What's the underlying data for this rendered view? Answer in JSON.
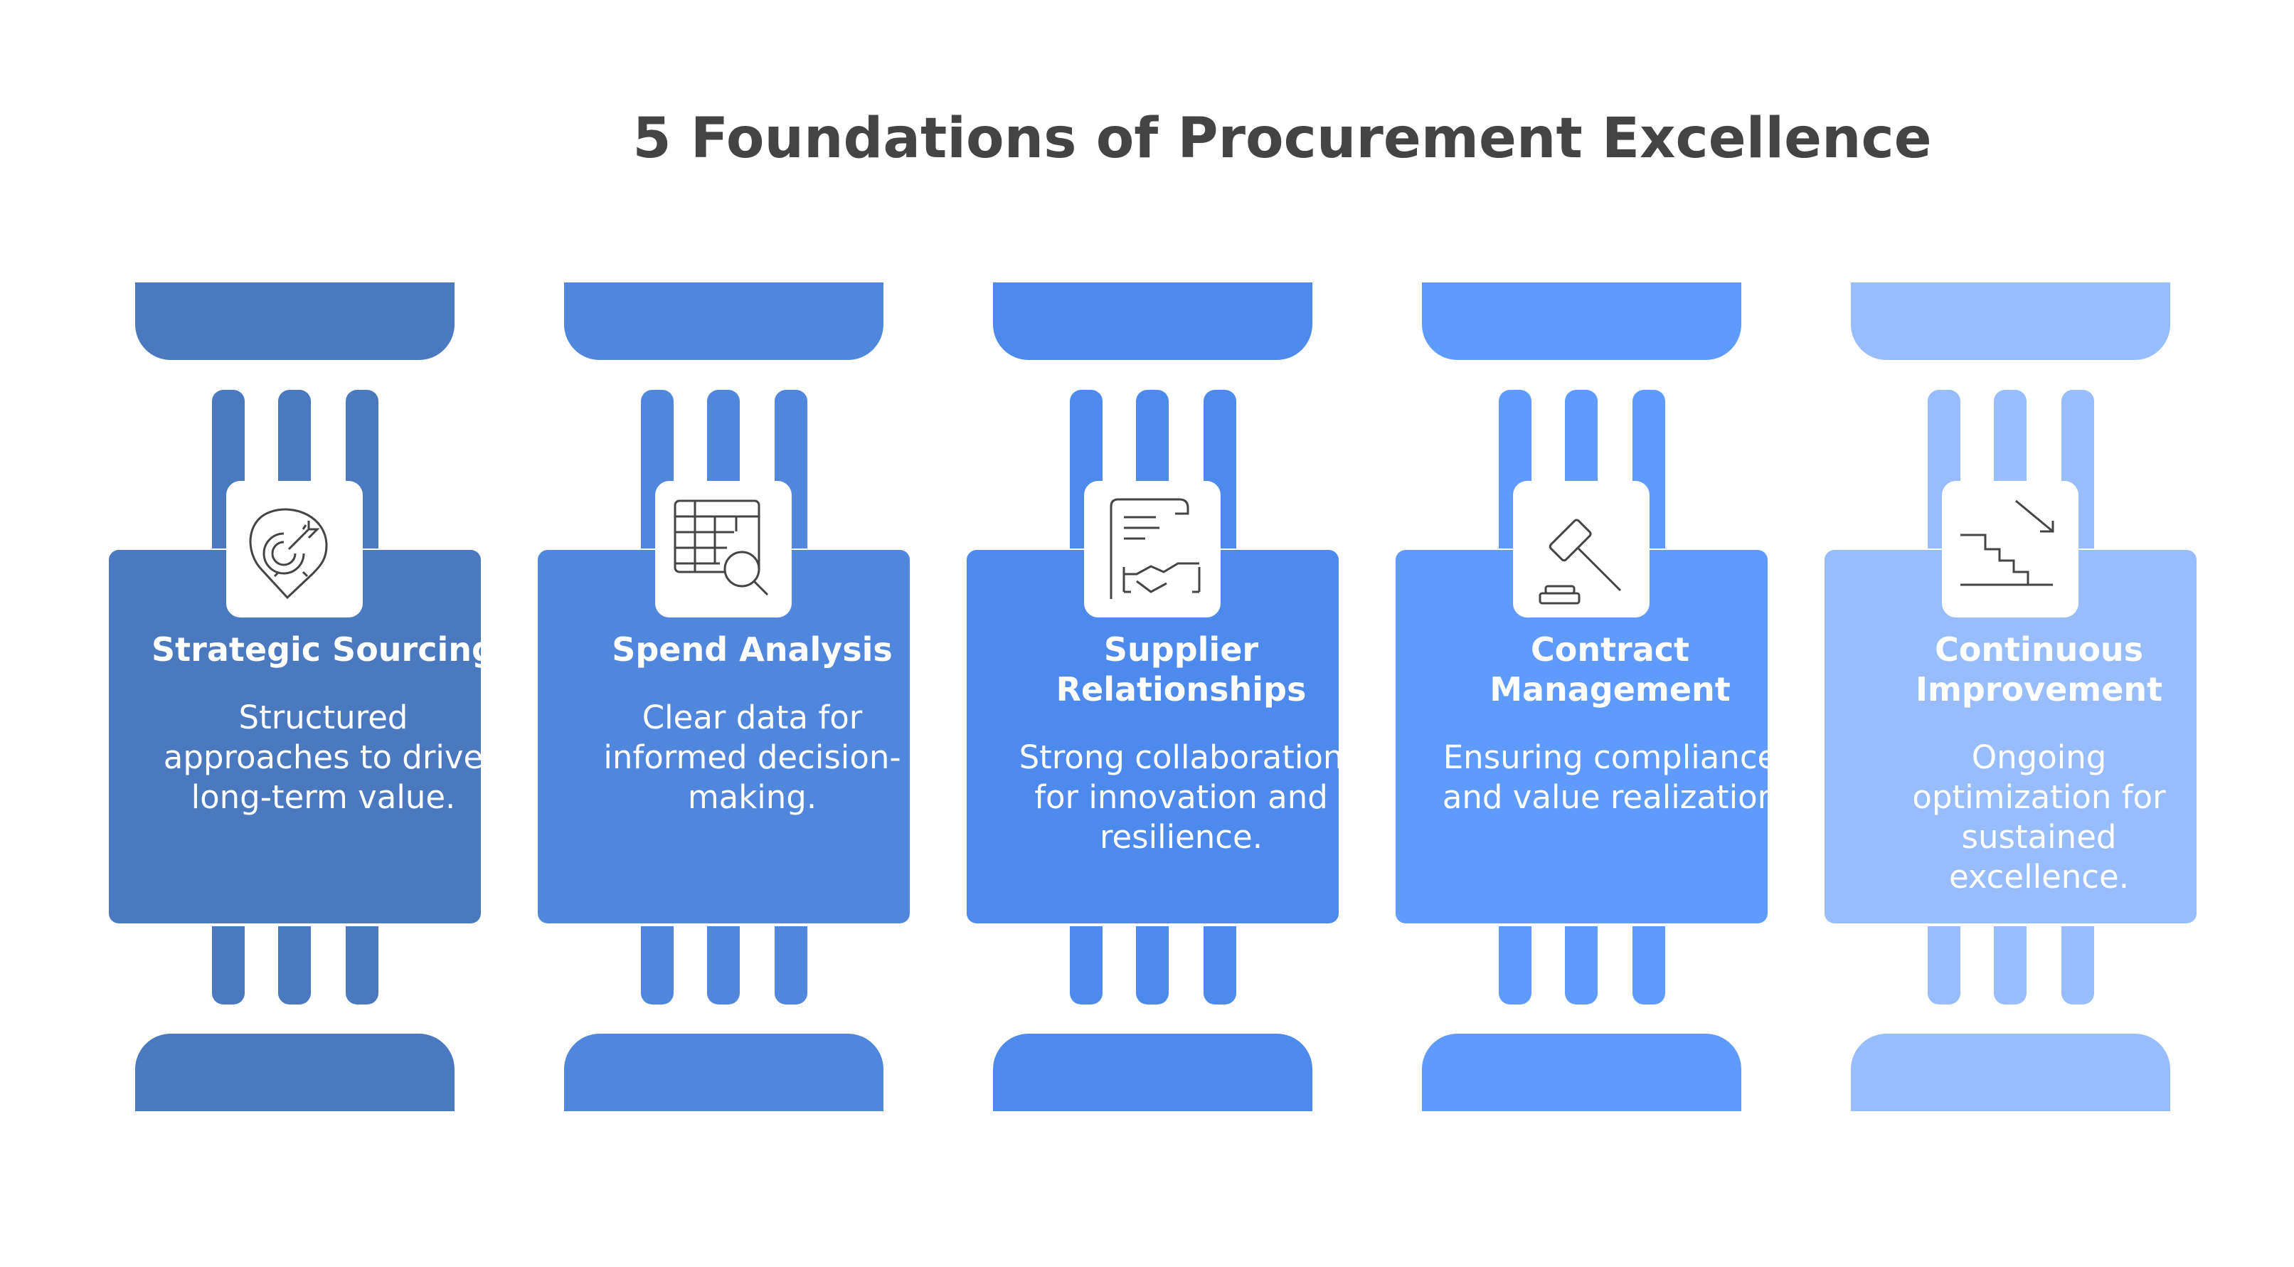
{
  "title": "5 Foundations of Procurement Excellence",
  "pillars": [
    {
      "heading": [
        "Strategic Sourcing"
      ],
      "description": [
        "Structured",
        "approaches to drive",
        "long-term value."
      ],
      "icon": "target-location-icon",
      "color": "#4a79c0"
    },
    {
      "heading": [
        "Spend Analysis"
      ],
      "description": [
        "Clear data for",
        "informed decision-",
        "making."
      ],
      "icon": "spreadsheet-search-icon",
      "color": "#5086db"
    },
    {
      "heading": [
        "Supplier",
        "Relationships"
      ],
      "description": [
        "Strong collaboration",
        "for innovation and",
        "resilience."
      ],
      "icon": "contract-handshake-icon",
      "color": "#4e8aeb"
    },
    {
      "heading": [
        "Contract",
        "Management"
      ],
      "description": [
        "Ensuring compliance",
        "and value realization"
      ],
      "icon": "gavel-icon",
      "color": "#5e9bfc"
    },
    {
      "heading": [
        "Continuous",
        "Improvement"
      ],
      "description": [
        "Ongoing",
        "optimization for",
        "sustained",
        "excellence."
      ],
      "icon": "stairs-arrow-icon",
      "color": "#98bdfc"
    }
  ]
}
